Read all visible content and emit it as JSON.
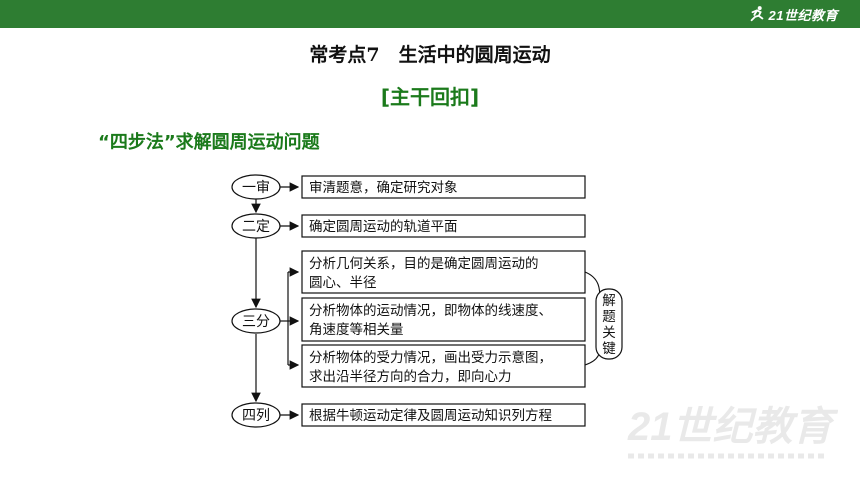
{
  "header": {
    "logo_text": "21世纪教育"
  },
  "title": "常考点7　生活中的圆周运动",
  "subtitle": "[主干回扣]",
  "heading": "“四步法”求解圆周运动问题",
  "steps": [
    {
      "label": "一审",
      "boxes": [
        {
          "lines": [
            "审清题意，确定研究对象"
          ]
        }
      ]
    },
    {
      "label": "二定",
      "boxes": [
        {
          "lines": [
            "确定圆周运动的轨道平面"
          ]
        }
      ]
    },
    {
      "label": "三分",
      "boxes": [
        {
          "lines": [
            "分析几何关系，目的是确定圆周运动的",
            "圆心、半径"
          ]
        },
        {
          "lines": [
            "分析物体的运动情况，即物体的线速度、",
            "角速度等相关量"
          ]
        },
        {
          "lines": [
            "分析物体的受力情况，画出受力示意图，",
            "求出沿半径方向的合力，即向心力"
          ]
        }
      ]
    },
    {
      "label": "四列",
      "boxes": [
        {
          "lines": [
            "根据牛顿运动定律及圆周运动知识列方程"
          ]
        }
      ]
    }
  ],
  "side_note": [
    "解",
    "题",
    "关",
    "键"
  ],
  "watermark_text": "21世纪教育"
}
